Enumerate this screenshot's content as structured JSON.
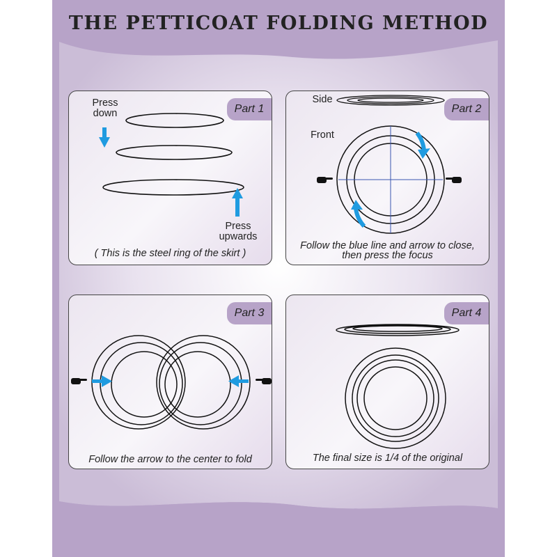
{
  "title": "THE PETTICOAT FOLDING METHOD",
  "colors": {
    "frame": "#b7a3c8",
    "arrow": "#1f9be0",
    "panel_border": "#444444",
    "tab": "#b7a3c8"
  },
  "part1": {
    "label": "Part 1",
    "press_down": [
      "Press",
      "down"
    ],
    "press_up": [
      "Press",
      "upwards"
    ],
    "caption": "( This is the steel ring of the skirt )"
  },
  "part2": {
    "label": "Part 2",
    "side": "Side",
    "front": "Front",
    "caption": [
      "Follow the blue line and arrow to close,",
      "then press the focus"
    ]
  },
  "part3": {
    "label": "Part 3",
    "caption": "Follow the arrow to the center to fold"
  },
  "part4": {
    "label": "Part 4",
    "caption": "The final size is 1/4 of the original"
  },
  "icons": [
    "hand-pointing-right-icon",
    "hand-pointing-left-icon",
    "arrow-down-icon",
    "arrow-up-icon",
    "arrow-right-icon",
    "arrow-left-icon",
    "curved-arrow-icon"
  ]
}
